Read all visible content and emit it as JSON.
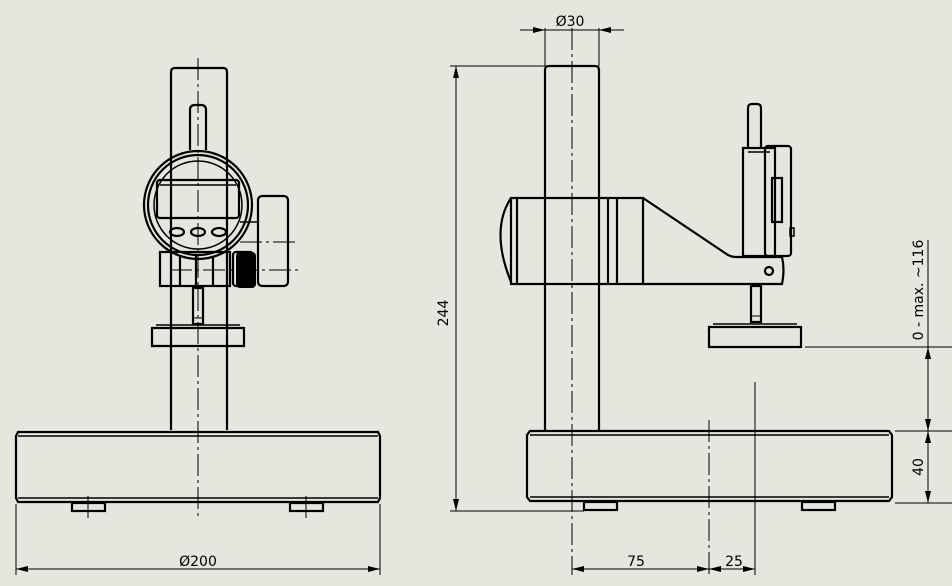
{
  "drawing": {
    "background": "#e6e5de",
    "line_color": "#000000",
    "views": [
      {
        "name": "front-view",
        "label": ""
      },
      {
        "name": "side-view",
        "label": ""
      }
    ],
    "dimensions": {
      "column_diameter": "Ø30",
      "overall_height": "244",
      "measuring_range": "0 - max. ~116",
      "base_height": "40",
      "base_diameter": "Ø200",
      "column_offset": "75",
      "anvil_offset": "25"
    }
  }
}
